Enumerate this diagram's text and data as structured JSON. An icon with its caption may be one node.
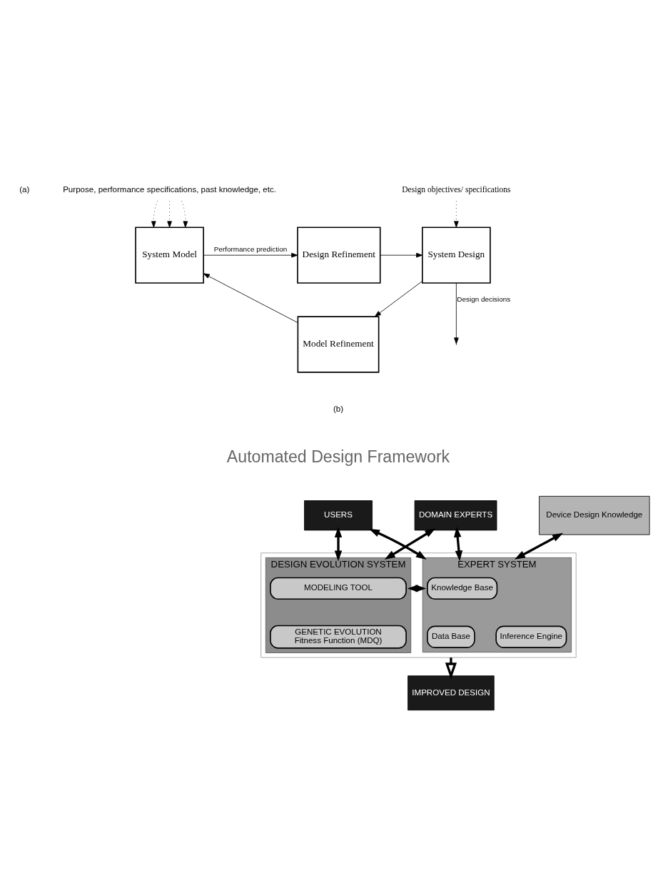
{
  "diagram": {
    "nodes": [
      {
        "text": [
          "Purpose, performance specifications, past knowledge, etc."
        ]
      },
      {
        "text": [
          "System Model"
        ]
      },
      {
        "text": [
          "Design Refinement"
        ]
      },
      {
        "text": [
          "System Design"
        ]
      },
      {
        "text": [
          "Design objectives/ specifications"
        ]
      },
      {
        "text": [
          "Model Refinement"
        ]
      },
      {
        "text": [
          "USERS"
        ]
      },
      {
        "text": [
          "DOMAIN EXPERTS"
        ]
      },
      {
        "text": [
          "Device Design Knowledge"
        ]
      },
      {
        "text": [],
        "shape": "box"
      },
      {
        "text": [
          "DESIGN EVOLUTION SYSTEM"
        ],
        "in": 9
      },
      {
        "text": [
          "MODELING TOOL"
        ],
        "in": 10
      },
      {
        "text": [
          "GENETIC EVOLUTION",
          "Fitness Function (MDQ)"
        ],
        "in": 10
      },
      {
        "text": [
          "EXPERT SYSTEM"
        ],
        "in": 9
      },
      {
        "text": [
          "Knowledge Base"
        ],
        "in": 13
      },
      {
        "text": [
          "Inference Engine"
        ],
        "in": 13
      },
      {
        "text": [
          "Data Base"
        ],
        "in": 13
      },
      {
        "text": [
          "IMPROVED DESIGN"
        ]
      }
    ],
    "edges": [
      {
        "from": 0,
        "to": 1,
        "arrow": "to",
        "style": "dashed"
      },
      {
        "from": 0,
        "to": 1,
        "arrow": "to",
        "style": "dashed"
      },
      {
        "from": 0,
        "to": 1,
        "arrow": "to",
        "style": "dashed"
      },
      {
        "from": 4,
        "to": 3,
        "arrow": "to",
        "style": "dashed"
      },
      {
        "from": 1,
        "to": 2,
        "arrow": "to",
        "label": "Performance prediction"
      },
      {
        "from": 2,
        "to": 3,
        "arrow": "to"
      },
      {
        "from": 3,
        "to": null,
        "arrow": "to",
        "label": "Design decisions"
      },
      {
        "from": 3,
        "to": 5,
        "arrow": "to"
      },
      {
        "from": 5,
        "to": 1,
        "arrow": "to"
      },
      {
        "from": 6,
        "to": 10,
        "arrow": "both",
        "style": "thick"
      },
      {
        "from": 6,
        "to": 13,
        "arrow": "both",
        "style": "thick"
      },
      {
        "from": 7,
        "to": 10,
        "arrow": "both",
        "style": "thick"
      },
      {
        "from": 7,
        "to": 13,
        "arrow": "both",
        "style": "thick"
      },
      {
        "from": 8,
        "to": 13,
        "arrow": "both",
        "style": "thick"
      },
      {
        "from": 10,
        "to": 13,
        "arrow": "both",
        "style": "thick"
      },
      {
        "from": 9,
        "to": 17,
        "arrow": "to",
        "style": "thick"
      }
    ],
    "labels": [
      "(a)",
      "(b)",
      "Automated Design Framework"
    ]
  }
}
